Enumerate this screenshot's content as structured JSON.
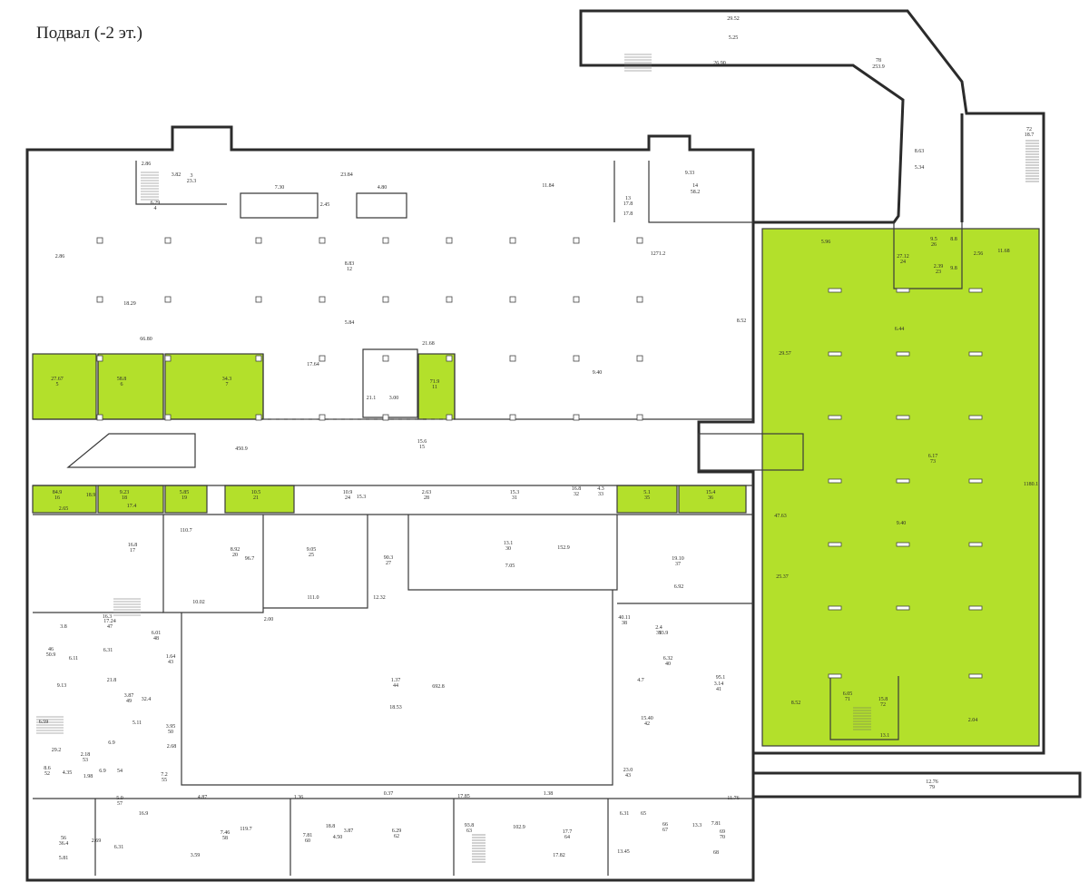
{
  "page_title": "Подвал (-2 эт.)",
  "colors": {
    "highlight": "#b3e02b",
    "wall": "#2b2b2b",
    "background": "#ffffff"
  },
  "plan_labels": [
    "29.52",
    "5.25",
    "78",
    "253.9",
    "26.90",
    "8.63",
    "5.34",
    "72",
    "18.7",
    "2.86",
    "3.82",
    "3",
    "23.3",
    "7.30",
    "23.84",
    "4.80",
    "2.45",
    "11.84",
    "13",
    "17.8",
    "9.33",
    "14",
    "58.2",
    "6.29",
    "4",
    "17.8",
    "2.86",
    "18.29",
    "8.83",
    "12",
    "1271.2",
    "5.84",
    "66.80",
    "21.68",
    "8.52",
    "17.64",
    "9.40",
    "27.12",
    "24",
    "9.5",
    "26",
    "8.8",
    "2.39",
    "23",
    "9.8",
    "2.56",
    "5.96",
    "11.68",
    "6.44",
    "29.57",
    "27.67",
    "5",
    "58.8",
    "6",
    "34.3",
    "7",
    "71.9",
    "11",
    "21.1",
    "3.00",
    "15.6",
    "15",
    "450.9",
    "6.17",
    "73",
    "1180.1",
    "47.63",
    "9.40",
    "25.37",
    "8.52",
    "6.05",
    "71",
    "15.8",
    "72",
    "13.1",
    "2.04",
    "12.76",
    "79",
    "84.9",
    "16",
    "18.9",
    "2.65",
    "9.23",
    "18",
    "17.4",
    "5.85",
    "19",
    "10.5",
    "21",
    "10.9",
    "24",
    "15.3",
    "2.63",
    "28",
    "15.3",
    "31",
    "16.8",
    "32",
    "4.3",
    "33",
    "5.1",
    "35",
    "15.4",
    "36",
    "16.8",
    "17",
    "110.7",
    "8.92",
    "20",
    "96.7",
    "9.05",
    "25",
    "90.3",
    "27",
    "13.1",
    "30",
    "152.9",
    "7.05",
    "19.10",
    "37",
    "111.0",
    "10.02",
    "6.92",
    "12.32",
    "2.00",
    "17.24",
    "47",
    "16.3",
    "6.01",
    "48",
    "3.8",
    "46",
    "50.9",
    "6.11",
    "9.13",
    "6.31",
    "1.64",
    "43",
    "21.8",
    "3.87",
    "49",
    "32.4",
    "5.11",
    "3.95",
    "50",
    "6.9",
    "2.68",
    "2.18",
    "53",
    "6.9",
    "54",
    "7.2",
    "55",
    "8.6",
    "52",
    "29.2",
    "4.35",
    "6.59",
    "1.98",
    "1.37",
    "44",
    "692.8",
    "18.53",
    "40.11",
    "38",
    "2.4",
    "39",
    "13.9",
    "6.32",
    "40",
    "4.7",
    "3.14",
    "41",
    "95.1",
    "15.40",
    "42",
    "23.0",
    "43",
    "5.0",
    "57",
    "16.9",
    "4.87",
    "1.36",
    "0.37",
    "17.85",
    "1.38",
    "11.76",
    "7.46",
    "58",
    "119.7",
    "7.81",
    "60",
    "18.8",
    "4.50",
    "3.87",
    "6.29",
    "62",
    "93.8",
    "63",
    "17.7",
    "64",
    "102.9",
    "7.81",
    "6.31",
    "65",
    "66",
    "67",
    "13.3",
    "68",
    "69",
    "70",
    "2.69",
    "56",
    "36.4",
    "5.81",
    "6.31",
    "3.59",
    "17.82",
    "13.45",
    "9.40"
  ]
}
